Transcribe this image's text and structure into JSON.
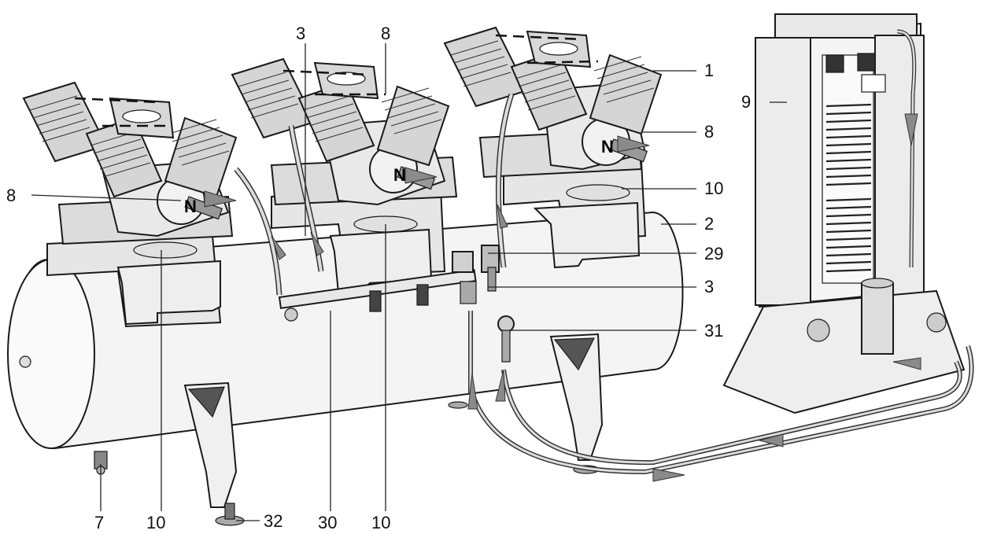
{
  "callouts": {
    "c1": "1",
    "c2": "2",
    "c3a": "3",
    "c3b": "3",
    "c7": "7",
    "c8a": "8",
    "c8b": "8",
    "c8c": "8",
    "c9": "9",
    "c10a": "10",
    "c10b": "10",
    "c10c": "10",
    "c29": "29",
    "c30": "30",
    "c31": "31",
    "c32": "32"
  },
  "markings": {
    "dir_mark": "N"
  },
  "colors": {
    "line": "#1a1a1a",
    "tank_fill": "#f4f4f4",
    "compressor_fill": "#e6e6e6",
    "flow_arrow": "#8a8a8a"
  }
}
